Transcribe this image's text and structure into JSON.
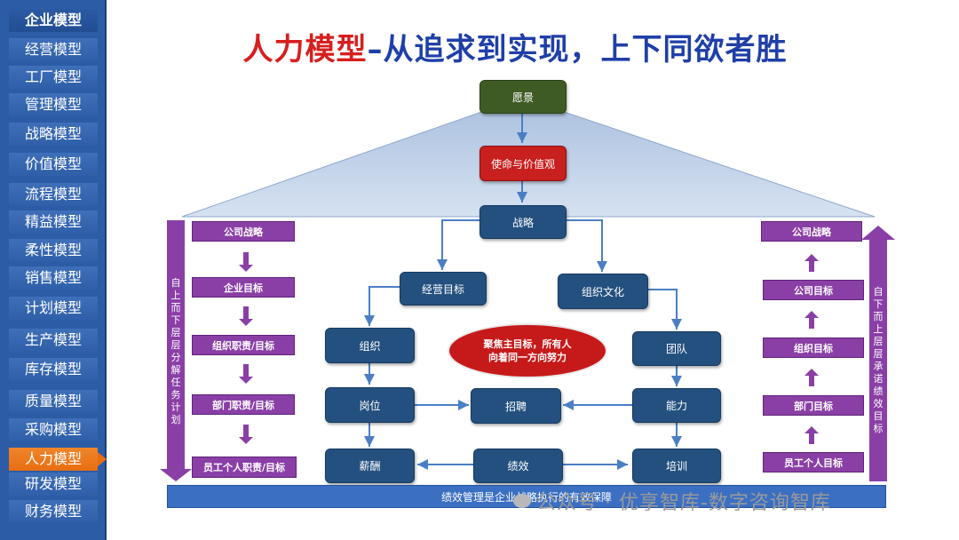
{
  "sidebar": {
    "items": [
      "企业模型",
      "经营模型",
      "工厂模型",
      "管理模型",
      "战略模型",
      "价值模型",
      "流程模型",
      "精益模型",
      "柔性模型",
      "销售模型",
      "计划模型",
      "生产模型",
      "库存模型",
      "质量模型",
      "采购模型",
      "人力模型",
      "研发模型",
      "财务模型"
    ],
    "active": "人力模型"
  },
  "title": {
    "part1": "人力模型",
    "part2": "–从追求到实现，上下同欲者胜"
  },
  "nodes": {
    "vision": "愿景",
    "mission": "使命与价值观",
    "strategy": "战略",
    "business_goals": "经营目标",
    "org_culture": "组织文化",
    "organization": "组织",
    "team": "团队",
    "position": "岗位",
    "recruit": "招聘",
    "capability": "能力",
    "salary": "薪酬",
    "performance": "绩效",
    "training": "培训"
  },
  "ellipse": {
    "line1": "聚焦主目标，所有人",
    "line2": "向着同一方向努力"
  },
  "left_column": {
    "items": [
      "公司战略",
      "企业目标",
      "组织职责/目标",
      "部门职责/目标",
      "员工个人职责/目标"
    ],
    "vertical_label": "自上而下层层分解任务计划"
  },
  "right_column": {
    "items": [
      "公司战略",
      "公司目标",
      "组织目标",
      "部门目标",
      "员工个人目标"
    ],
    "vertical_label": "自下而上层层承诺绩效目标"
  },
  "bottom_bar": "绩效管理是企业战略执行的有效保障",
  "watermark": "公众号 · 优享智库-数字咨询智库",
  "colors": {
    "sidebar": "#2c5ca6",
    "active": "#e86e12",
    "navy": "#24507f",
    "purple": "#8a3fa6",
    "red": "#c61a1a",
    "green": "#3e5b23"
  }
}
